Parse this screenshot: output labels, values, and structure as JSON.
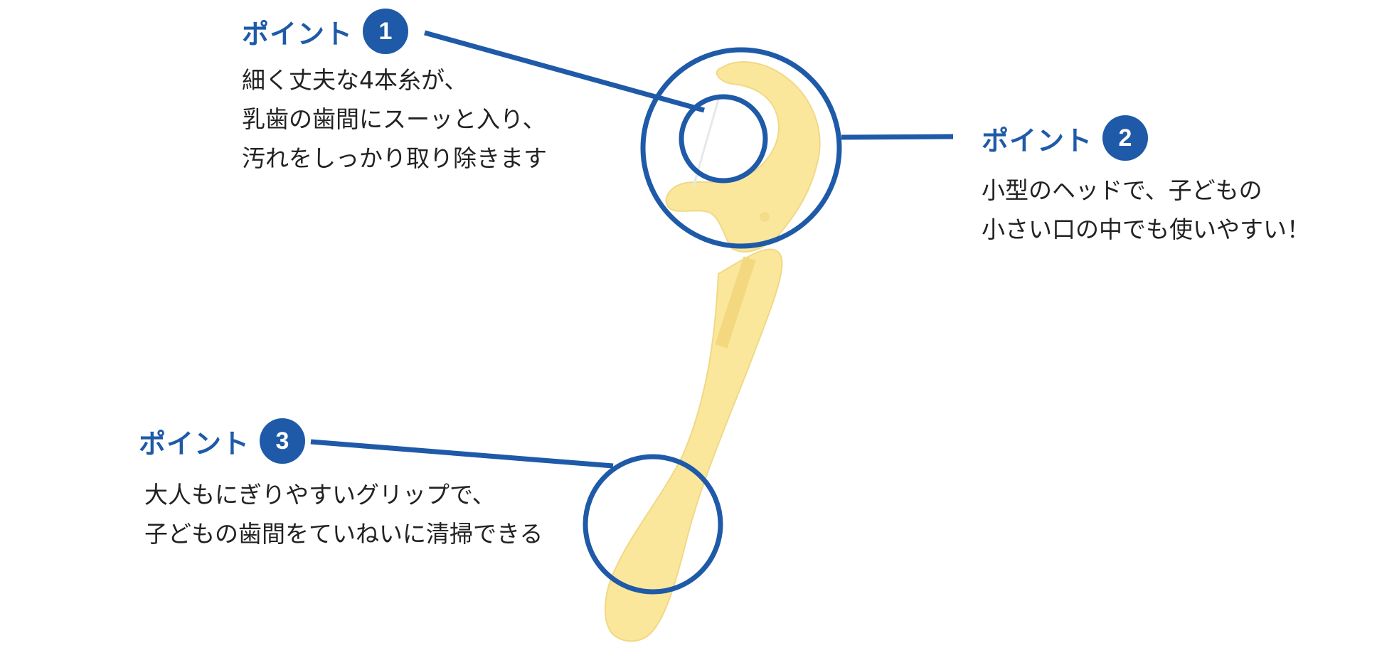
{
  "points": [
    {
      "label": "ポイント",
      "number": "1",
      "lines": [
        "細く丈夫な4本糸が、",
        "乳歯の歯間にスーッと入り、",
        "汚れをしっかり取り除きます"
      ]
    },
    {
      "label": "ポイント",
      "number": "2",
      "lines": [
        "小型のヘッドで、子どもの",
        "小さい口の中でも使いやすい！"
      ]
    },
    {
      "label": "ポイント",
      "number": "3",
      "lines": [
        "大人もにぎりやすいグリップで、",
        "子どもの歯間をていねいに清掃できる"
      ]
    }
  ],
  "colors": {
    "accent": "#1e5aa8",
    "product": "#fbe79c",
    "text": "#222222"
  }
}
